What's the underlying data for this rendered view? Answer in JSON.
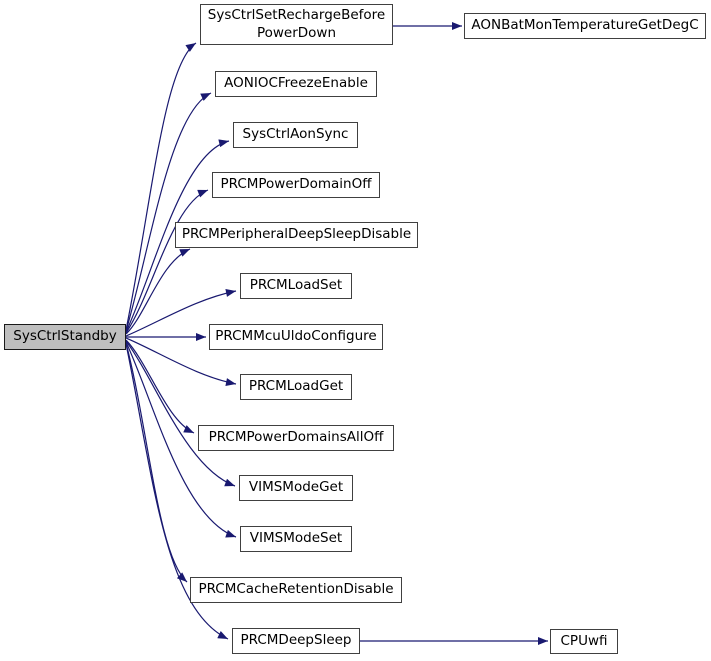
{
  "diagram": {
    "type": "call-graph",
    "root": "SysCtrlStandby",
    "colors": {
      "background": "#ffffff",
      "edge": "#191970",
      "node_border": "#404040",
      "node_fill": "#ffffff",
      "highlight_fill": "#bfbfbf",
      "text": "#000000"
    },
    "nodes": [
      {
        "label": "SysCtrlStandby",
        "highlighted": true
      },
      {
        "label": "SysCtrlSetRechargeBeforePowerDown",
        "lines": [
          "SysCtrlSetRechargeBefore",
          "PowerDown"
        ]
      },
      {
        "label": "AONBatMonTemperatureGetDegC"
      },
      {
        "label": "AONIOCFreezeEnable"
      },
      {
        "label": "SysCtrlAonSync"
      },
      {
        "label": "PRCMPowerDomainOff"
      },
      {
        "label": "PRCMPeripheralDeepSleepDisable"
      },
      {
        "label": "PRCMLoadSet"
      },
      {
        "label": "PRCMMcuUldoConfigure"
      },
      {
        "label": "PRCMLoadGet"
      },
      {
        "label": "PRCMPowerDomainsAllOff"
      },
      {
        "label": "VIMSModeGet"
      },
      {
        "label": "VIMSModeSet"
      },
      {
        "label": "PRCMCacheRetentionDisable"
      },
      {
        "label": "PRCMDeepSleep"
      },
      {
        "label": "CPUwfi"
      }
    ],
    "edges": [
      {
        "from": "SysCtrlStandby",
        "to": "SysCtrlSetRechargeBeforePowerDown"
      },
      {
        "from": "SysCtrlStandby",
        "to": "AONIOCFreezeEnable"
      },
      {
        "from": "SysCtrlStandby",
        "to": "SysCtrlAonSync"
      },
      {
        "from": "SysCtrlStandby",
        "to": "PRCMPowerDomainOff"
      },
      {
        "from": "SysCtrlStandby",
        "to": "PRCMPeripheralDeepSleepDisable"
      },
      {
        "from": "SysCtrlStandby",
        "to": "PRCMLoadSet"
      },
      {
        "from": "SysCtrlStandby",
        "to": "PRCMMcuUldoConfigure"
      },
      {
        "from": "SysCtrlStandby",
        "to": "PRCMLoadGet"
      },
      {
        "from": "SysCtrlStandby",
        "to": "PRCMPowerDomainsAllOff"
      },
      {
        "from": "SysCtrlStandby",
        "to": "VIMSModeGet"
      },
      {
        "from": "SysCtrlStandby",
        "to": "VIMSModeSet"
      },
      {
        "from": "SysCtrlStandby",
        "to": "PRCMCacheRetentionDisable"
      },
      {
        "from": "SysCtrlStandby",
        "to": "PRCMDeepSleep"
      },
      {
        "from": "SysCtrlSetRechargeBeforePowerDown",
        "to": "AONBatMonTemperatureGetDegC"
      },
      {
        "from": "PRCMDeepSleep",
        "to": "CPUwfi"
      }
    ]
  }
}
